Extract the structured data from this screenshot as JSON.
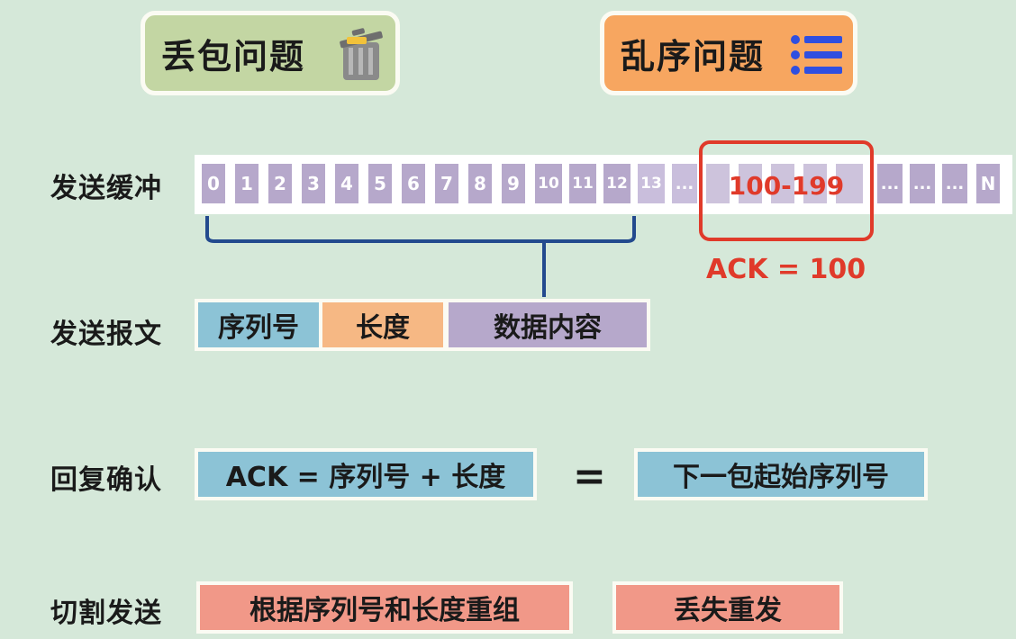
{
  "badges": {
    "loss": {
      "label": "丢包问题",
      "icon": "trash-can-icon"
    },
    "order": {
      "label": "乱序问题",
      "icon": "ordered-list-icon"
    }
  },
  "rows": {
    "send_buffer": "发送缓冲",
    "send_packet": "发送报文",
    "reply_ack": "回复确认",
    "split_send": "切割发送"
  },
  "buffer_cells": [
    "0",
    "1",
    "2",
    "3",
    "4",
    "5",
    "6",
    "7",
    "8",
    "9",
    "10",
    "11",
    "12",
    "13",
    "...",
    "...",
    "...",
    "...",
    "N"
  ],
  "highlight": {
    "range": "100-199",
    "ack": "ACK = 100"
  },
  "packet": {
    "seq": "序列号",
    "length": "长度",
    "data": "数据内容"
  },
  "ack_row": {
    "formula": "ACK = 序列号 + 长度",
    "equals": "=",
    "result": "下一包起始序列号"
  },
  "split_row": {
    "reassemble": "根据序列号和长度重组",
    "resend": "丢失重发"
  },
  "colors": {
    "background": "#d5e8d9",
    "cell": "#b6a8cb",
    "highlight": "#e03a2a",
    "blue": "#8cc3d6",
    "orange": "#f6b884",
    "salmon": "#f19888",
    "badge_loss": "#c3d6a3",
    "badge_order": "#f7a660"
  }
}
